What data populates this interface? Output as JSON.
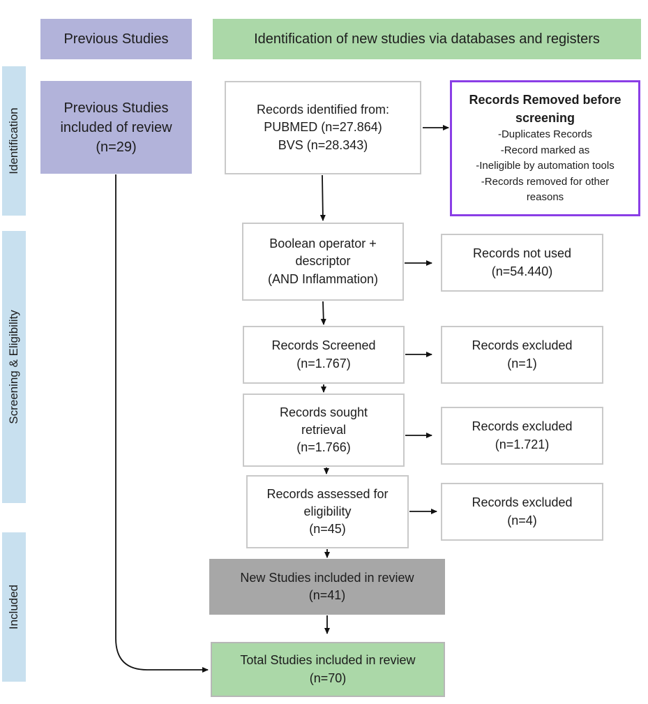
{
  "headers": {
    "previous": "Previous Studies",
    "identification_new": "Identification of new studies via databases and registers"
  },
  "sidebar": {
    "identification": "Identification",
    "screening": "Screening & Eligibility",
    "included": "Included"
  },
  "previous_box": {
    "line1": "Previous Studies",
    "line2": "included of review",
    "line3": "(n=29)"
  },
  "identified_box": {
    "line1": "Records identified from:",
    "line2": "PUBMED (n=27.864)",
    "line3": "BVS (n=28.343)"
  },
  "removed_box": {
    "title1": "Records Removed before",
    "title2": "screening",
    "items": [
      "-Duplicates Records",
      "-Record marked as",
      "-Ineligible by automation tools",
      "-Records removed for other",
      "reasons"
    ]
  },
  "boolean_box": {
    "line1": "Boolean operator +",
    "line2": "descriptor",
    "line3": "(AND Inflammation)"
  },
  "not_used_box": {
    "line1": "Records not used",
    "line2": "(n=54.440)"
  },
  "screened_box": {
    "line1": "Records Screened",
    "line2": "(n=1.767)"
  },
  "excluded1_box": {
    "line1": "Records excluded",
    "line2": "(n=1)"
  },
  "sought_box": {
    "line1": "Records sought",
    "line2": "retrieval",
    "line3": "(n=1.766)"
  },
  "excluded2_box": {
    "line1": "Records excluded",
    "line2": "(n=1.721)"
  },
  "assessed_box": {
    "line1": "Records assessed for",
    "line2": "eligibility",
    "line3": "(n=45)"
  },
  "excluded3_box": {
    "line1": "Records excluded",
    "line2": "(n=4)"
  },
  "new_included_box": {
    "line1": "New Studies included in review",
    "line2": "(n=41)"
  },
  "total_box": {
    "line1": "Total Studies included in review",
    "line2": "(n=70)"
  },
  "colors": {
    "purple_fill": "#b2b3da",
    "green_fill": "#abd8a8",
    "gray_fill": "#a7a7a7",
    "sidebar_blue": "#c8e0ef",
    "removed_border": "#8a3ee6"
  }
}
